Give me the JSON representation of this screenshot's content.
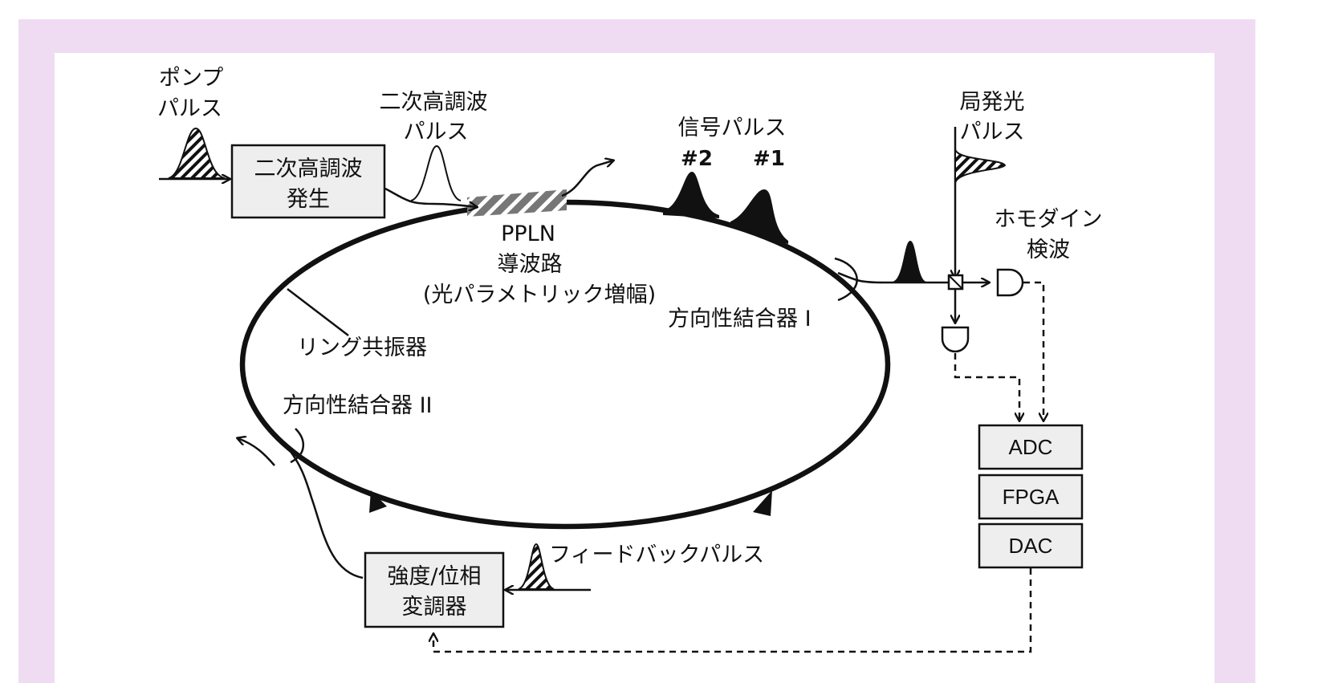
{
  "labels": {
    "pump_pulse": [
      "ポンプ",
      "パルス"
    ],
    "shg_pulse": [
      "二次高調波",
      "パルス"
    ],
    "signal_pulse": "信号パルス",
    "pulse_num2": "#2",
    "pulse_num1": "#1",
    "lo_pulse": [
      "局発光",
      "パルス"
    ],
    "homodyne": [
      "ホモダイン",
      "検波"
    ],
    "ppln": [
      "PPLN",
      "導波路",
      "(光パラメトリック増幅)"
    ],
    "coupler1": "方向性結合器 I",
    "ring": "リング共振器",
    "coupler2": "方向性結合器 II",
    "feedback_pulse": "フィードバックパルス"
  },
  "boxes": {
    "shg": [
      "二次高調波",
      "発生"
    ],
    "modulator": [
      "強度/位相",
      "変調器"
    ],
    "adc": "ADC",
    "fpga": "FPGA",
    "dac": "DAC"
  },
  "colors": {
    "outer_background": "#efdcf3",
    "inner_background": "#ffffff",
    "box_fill": "#eeeeee",
    "line": "#111111"
  },
  "icons": [
    "direction-arrow-icon",
    "photodetector-icon",
    "beam-splitter-icon",
    "hatched-pulse-icon"
  ]
}
